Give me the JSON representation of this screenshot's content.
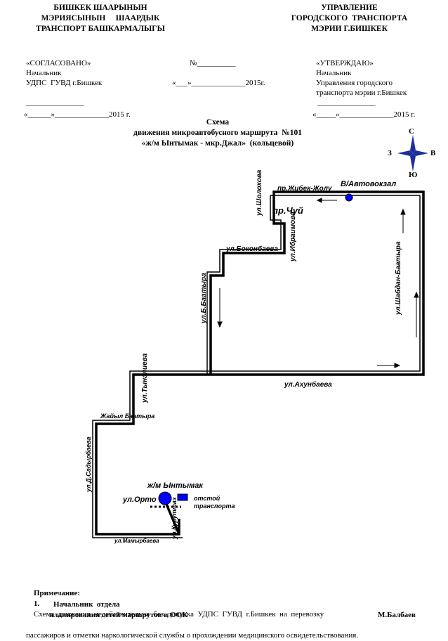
{
  "header": {
    "left_line1": "БИШКЕК ШААРЫНЫН",
    "left_line2": "МЭРИЯСЫНЫН     ШААРДЫК",
    "left_line3": "ТРАНСПОРТ  БАШКАРМАЛЫГЫ",
    "right_line1": "УПРАВЛЕНИЕ",
    "right_line2": "ГОРОДСКОГО  ТРАНСПОРТА",
    "right_line3": "МЭРИИ Г.БИШКЕК"
  },
  "approval_left": {
    "line1": "«СОГЛАСОВАНО»",
    "line2": "Начальник",
    "line3": "УДПС  ГУВД г.Бишкек",
    "signature_line": "_______________",
    "date_line": "«______»______________2015 г."
  },
  "approval_center": {
    "number": "№__________",
    "date": "«___»______________2015г."
  },
  "approval_right": {
    "line1": "«УТВЕРЖДАЮ»",
    "line2": "Начальник",
    "line3": "Управления городского",
    "line4": "транспорта мэрии г.Бишкек",
    "signature_line": "_______________",
    "date_line": "«_____»______________2015 г."
  },
  "title": {
    "line1": "Схема",
    "line2": "движения микроавтобусного маршрута  №101",
    "line3": "«ж/м Ынтымак - мкр.Джал»  (кольцевой)"
  },
  "compass": {
    "north": "С",
    "south": "Ю",
    "west": "З",
    "east": "В"
  },
  "map": {
    "streets": {
      "zhibek_zholu": "пр.Жибек-Жолу",
      "avtovokzal": "В/Автовокзал",
      "chui": "пр.Чуй",
      "sholohova": "ул.Шолохова",
      "ibraimova": "ул.Ибраимова",
      "bokonbaeva": "ул.Боконбаева",
      "b_baatyra": "ул.Б.Баатыра",
      "shabdan_baatyra": "ул.Шабдан-Баатыра",
      "akhunbaeva": "ул.Ахунбаева",
      "tynalieva": "ул.Тыналиева",
      "zhaiyl_baatyra": "Жайыл Баатыра",
      "d_sadyrbaeva": "ул.Д.Садырбаева",
      "intymak": "ж/м Ынтымак",
      "orto": "ул.Орто",
      "otstoi": "отстой",
      "transporta": "транспорта",
      "kuruttaz": "ул.Куруттаз",
      "mamyrbaeva": "ул.Мамырбаева"
    },
    "colors": {
      "route": "#000000",
      "marker": "#0000ff",
      "compass": "#1f2f9c"
    }
  },
  "note": {
    "label": "Примечание:",
    "number": "1.",
    "text_line1": "Схема  движения  недействительна  без  допуска  УДПС  ГУВД  г.Бишкек  на  перевозку",
    "text_line2": "пассажиров и отметки наркологической службы о прохождении медицинского освидетельствования."
  },
  "signature": {
    "line1": "Начальник  отдела",
    "line2": "планирования сетей маршрутов и ООК",
    "name": "М.Балбаев"
  }
}
